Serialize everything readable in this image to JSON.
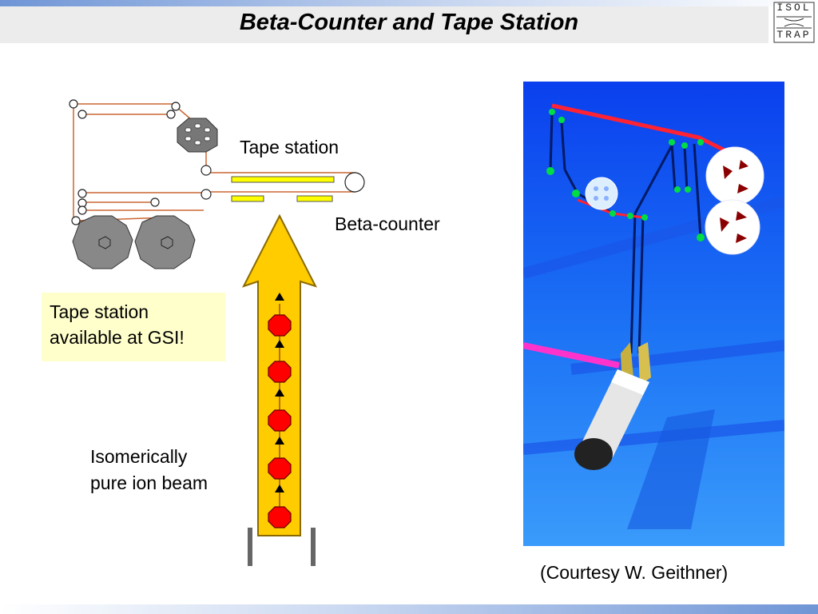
{
  "slide": {
    "title": "Beta-Counter and Tape Station",
    "logo_top": "ISOL",
    "logo_bottom": "TRAP"
  },
  "labels": {
    "tape_station": "Tape station",
    "beta_counter": "Beta-counter",
    "note_line1": "Tape station",
    "note_line2": "available at GSI!",
    "beam_line1": "Isomerically",
    "beam_line2": "pure ion beam",
    "courtesy": "(Courtesy W. Geithner)"
  },
  "colors": {
    "arrow_fill": "#ffcc00",
    "ion": "#ff0000",
    "tape": "#cc6633",
    "counter": "#ffff00",
    "photo_bg": "#1d74f5"
  }
}
